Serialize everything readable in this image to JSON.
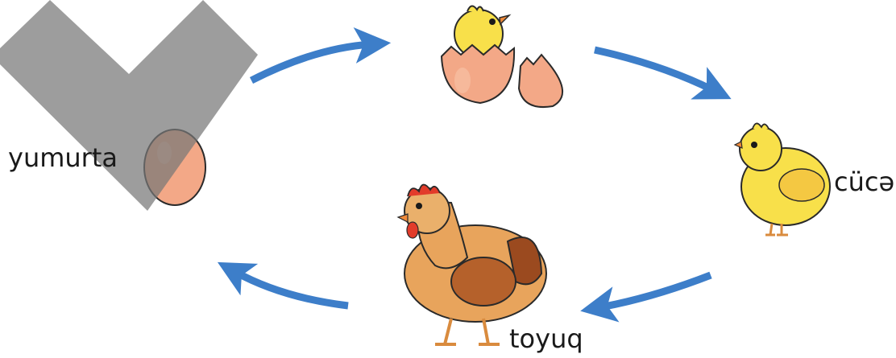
{
  "diagram": {
    "stages": [
      {
        "id": "egg",
        "label": "yumurta",
        "icon": "egg-icon"
      },
      {
        "id": "hatching",
        "label": "",
        "icon": "hatching-chick-icon"
      },
      {
        "id": "chick",
        "label": "cücə",
        "icon": "chick-icon"
      },
      {
        "id": "hen",
        "label": "toyuq",
        "icon": "hen-icon"
      }
    ],
    "arrow_count": 4
  },
  "colors": {
    "arrow": "#3d7ec9",
    "stripe": "#7a7a7a",
    "egg": "#f3a887",
    "chick": "#f8e04a",
    "hen": "#d98b3e",
    "comb": "#e23b2a"
  }
}
